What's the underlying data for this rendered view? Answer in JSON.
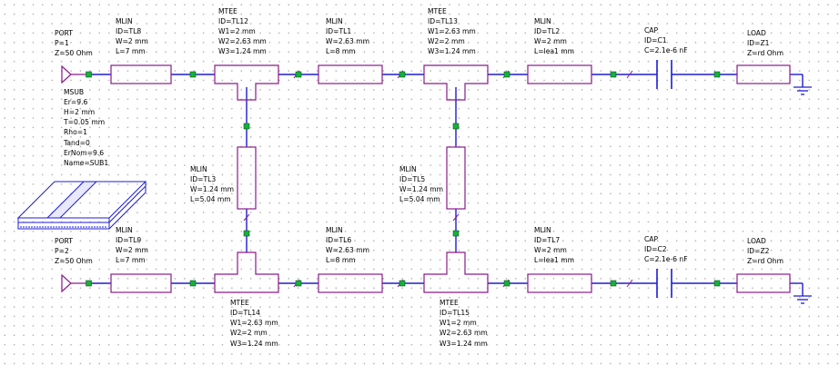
{
  "port1": {
    "l1": "PORT",
    "l2": "P=1",
    "l3": "Z=50 Ohm"
  },
  "port2": {
    "l1": "PORT",
    "l2": "P=2",
    "l3": "Z=50 Ohm"
  },
  "msub": {
    "l1": "MSUB",
    "l2": "Er=9.6",
    "l3": "H=2 mm",
    "l4": "T=0.05 mm",
    "l5": "Rho=1",
    "l6": "Tand=0",
    "l7": "ErNom=9.6",
    "l8": "Name=SUB1"
  },
  "tl8": {
    "l1": "MLIN",
    "l2": "ID=TL8",
    "l3": "W=2 mm",
    "l4": "L=7 mm"
  },
  "tl12": {
    "l1": "MTEE",
    "l2": "ID=TL12",
    "l3": "W1=2 mm",
    "l4": "W2=2.63 mm",
    "l5": "W3=1.24 mm"
  },
  "tl1": {
    "l1": "MLIN",
    "l2": "ID=TL1",
    "l3": "W=2.63 mm",
    "l4": "L=8 mm"
  },
  "tl13": {
    "l1": "MTEE",
    "l2": "ID=TL13",
    "l3": "W1=2.63 mm",
    "l4": "W2=2 mm",
    "l5": "W3=1.24 mm"
  },
  "tl2": {
    "l1": "MLIN",
    "l2": "ID=TL2",
    "l3": "W=2 mm",
    "l4": "L=lea1 mm"
  },
  "c1": {
    "l1": "CAP",
    "l2": "ID=C1",
    "l3": "C=2.1e-6 nF"
  },
  "z1": {
    "l1": "LOAD",
    "l2": "ID=Z1",
    "l3": "Z=rd Ohm"
  },
  "tl3": {
    "l1": "MLIN",
    "l2": "ID=TL3",
    "l3": "W=1.24 mm",
    "l4": "L=5.04 mm"
  },
  "tl5": {
    "l1": "MLIN",
    "l2": "ID=TL5",
    "l3": "W=1.24 mm",
    "l4": "L=5.04 mm"
  },
  "tl9": {
    "l1": "MLIN",
    "l2": "ID=TL9",
    "l3": "W=2 mm",
    "l4": "L=7 mm"
  },
  "tl6": {
    "l1": "MLIN",
    "l2": "ID=TL6",
    "l3": "W=2.63 mm",
    "l4": "L=8 mm"
  },
  "tl7": {
    "l1": "MLIN",
    "l2": "ID=TL7",
    "l3": "W=2 mm",
    "l4": "L=lea1 mm"
  },
  "c2": {
    "l1": "CAP",
    "l2": "ID=C2",
    "l3": "C=2.1e-6 nF"
  },
  "z2": {
    "l1": "LOAD",
    "l2": "ID=Z2",
    "l3": "Z=rd Ohm"
  },
  "tl14": {
    "l1": "MTEE",
    "l2": "ID=TL14",
    "l3": "W1=2.63 mm",
    "l4": "W2=2 mm",
    "l5": "W3=1.24 mm"
  },
  "tl15": {
    "l1": "MTEE",
    "l2": "ID=TL15",
    "l3": "W1=2 mm",
    "l4": "W2=2.63 mm",
    "l5": "W3=1.24 mm"
  },
  "colors": {
    "wire": "#1d1dd1",
    "component": "#8a1a8a",
    "node": "#16b03a",
    "grid_dot": "#a0a0a0"
  }
}
